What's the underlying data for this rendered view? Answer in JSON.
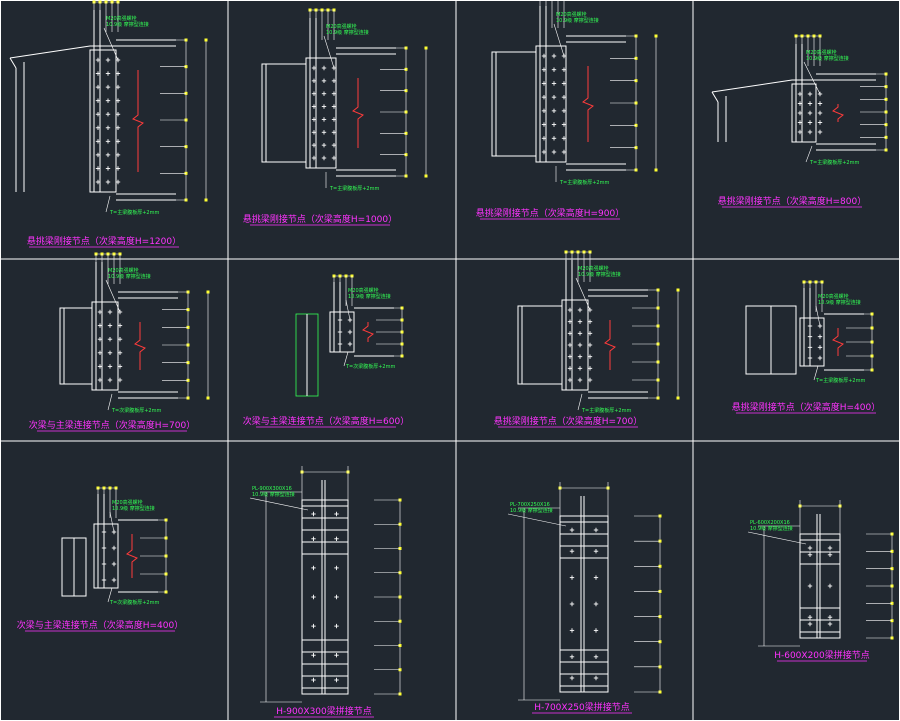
{
  "colors": {
    "background": "#212830",
    "lines": "#ffffff",
    "title": "#ff33ff",
    "annotation": "#33ff55",
    "dimension_tick": "#ffff33",
    "break_line": "#ff3b3b"
  },
  "drawing": {
    "panels": [
      {
        "title": "悬挑梁刚接节点（次梁高度H=1200）",
        "note": "T=主梁腹板厚+2mm",
        "callout_a": "M20高强螺栓",
        "callout_b": "10.9级 摩擦型连接"
      },
      {
        "title": "悬挑梁刚接节点（次梁高度H=1000）",
        "note": "T=主梁腹板厚+2mm",
        "callout_a": "M20高强螺栓",
        "callout_b": "10.9级 摩擦型连接"
      },
      {
        "title": "悬挑梁刚接节点（次梁高度H=900）",
        "note": "T=主梁腹板厚+2mm",
        "callout_a": "M20高强螺栓",
        "callout_b": "10.9级 摩擦型连接"
      },
      {
        "title": "悬挑梁刚接节点（次梁高度H=800）",
        "note": "T=主梁腹板厚+2mm",
        "callout_a": "M20高强螺栓",
        "callout_b": "10.9级 摩擦型连接"
      },
      {
        "title": "次梁与主梁连接节点（次梁高度H=700）",
        "note": "T=次梁腹板厚+2mm",
        "callout_a": "M20高强螺栓",
        "callout_b": "10.9级 摩擦型连接"
      },
      {
        "title": "次梁与主梁连接节点（次梁高度H=600）",
        "note": "T=次梁腹板厚+2mm",
        "callout_a": "M20高强螺栓",
        "callout_b": "10.9级 摩擦型连接"
      },
      {
        "title": "悬挑梁刚接节点（次梁高度H=700）",
        "note": "T=主梁腹板厚+2mm",
        "callout_a": "M20高强螺栓",
        "callout_b": "10.9级 摩擦型连接"
      },
      {
        "title": "悬挑梁刚接节点（次梁高度H=400）",
        "note": "T=主梁腹板厚+2mm",
        "callout_a": "M20高强螺栓",
        "callout_b": "10.9级 摩擦型连接"
      },
      {
        "title": "次梁与主梁连接节点（次梁高度H=400）",
        "note": "T=次梁腹板厚+2mm",
        "callout_a": "M20高强螺栓",
        "callout_b": "10.9级 摩擦型连接"
      },
      {
        "title": "H-900X300梁拼接节点",
        "note": "",
        "callout_a": "PL-900X300X16",
        "callout_b": "10.9级 摩擦型连接"
      },
      {
        "title": "H-700X250梁拼接节点",
        "note": "",
        "callout_a": "PL-700X250X16",
        "callout_b": "10.9级 摩擦型连接"
      },
      {
        "title": "H-600X200梁拼接节点",
        "note": "",
        "callout_a": "PL-600X200X16",
        "callout_b": "10.9级 摩擦型连接"
      }
    ]
  }
}
